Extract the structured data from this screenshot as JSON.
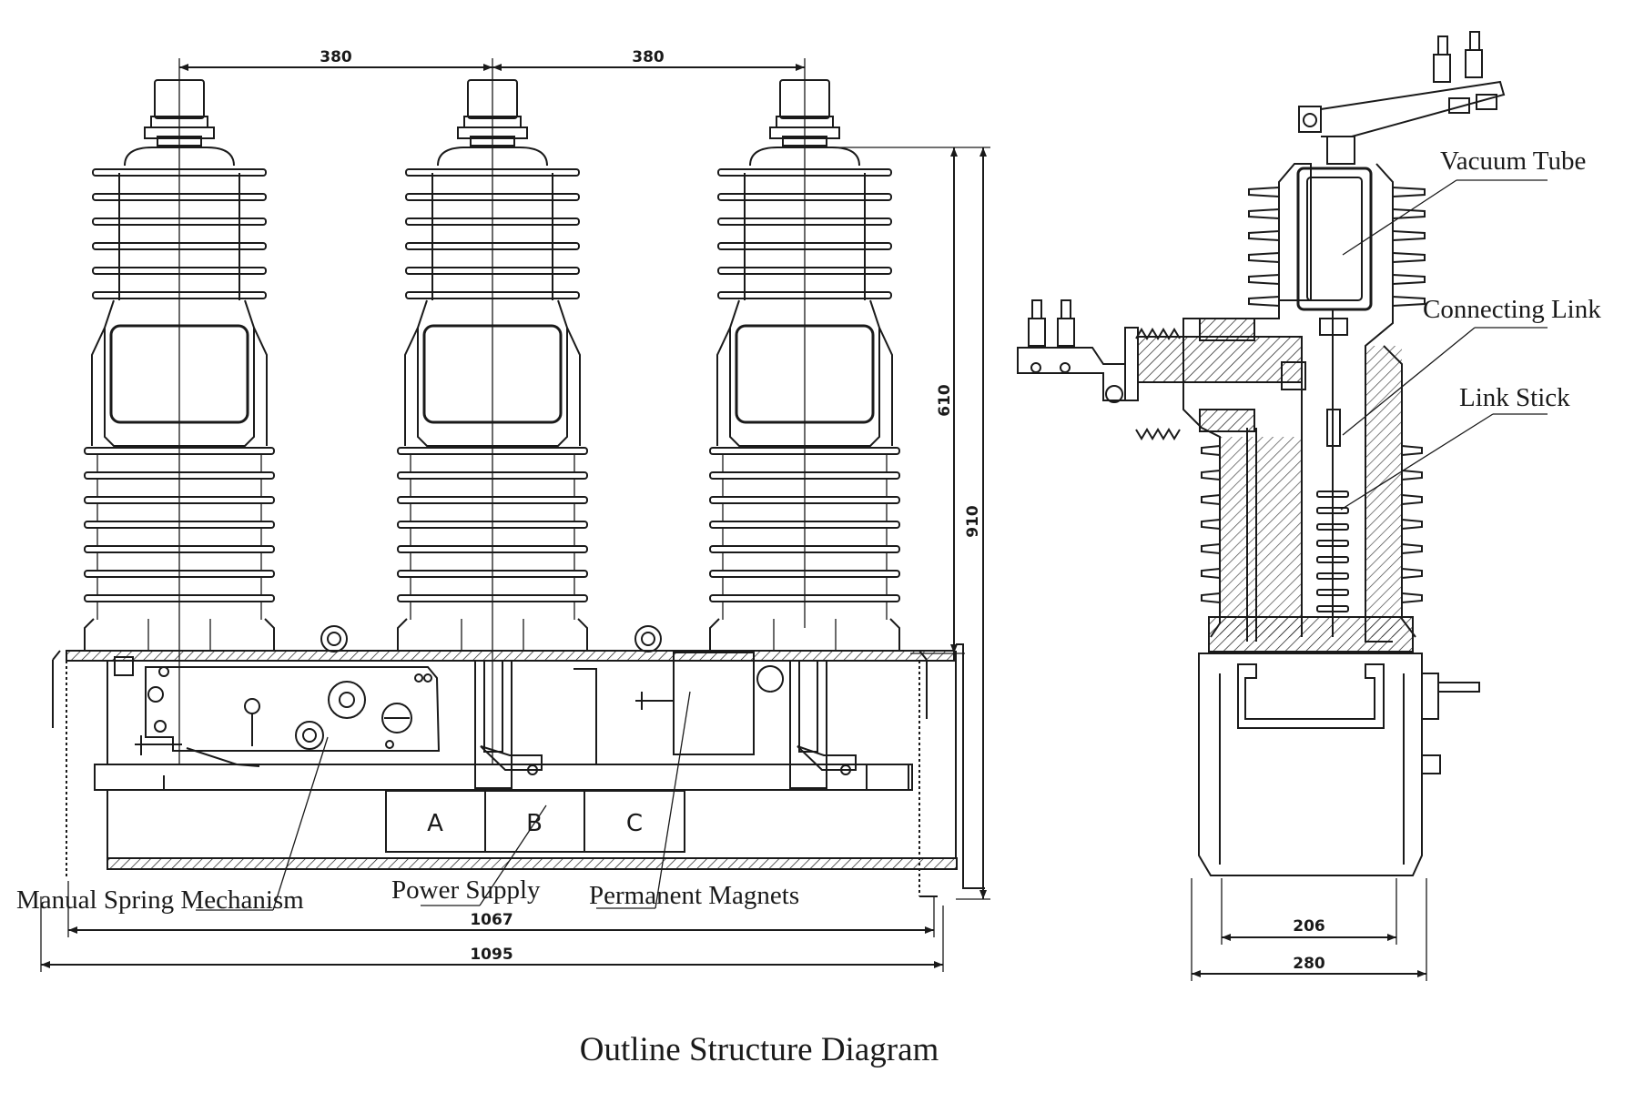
{
  "title": "Outline Structure Diagram",
  "dimensions": {
    "pitch_left": "380",
    "pitch_right": "380",
    "height_upper": "610",
    "height_total": "910",
    "width_inner": "1067",
    "width_outer": "1095",
    "side_inner": "206",
    "side_outer": "280"
  },
  "phase_labels": [
    "A",
    "B",
    "C"
  ],
  "callouts": {
    "manual_spring": "Manual Spring Mechanism",
    "power_supply": "Power Supply",
    "permanent_magnets": "Permanent Magnets",
    "vacuum_tube": "Vacuum Tube",
    "connecting_link": "Connecting Link",
    "link_stick": "Link Stick"
  },
  "colors": {
    "line": "#1a1a1a",
    "background": "#ffffff"
  }
}
